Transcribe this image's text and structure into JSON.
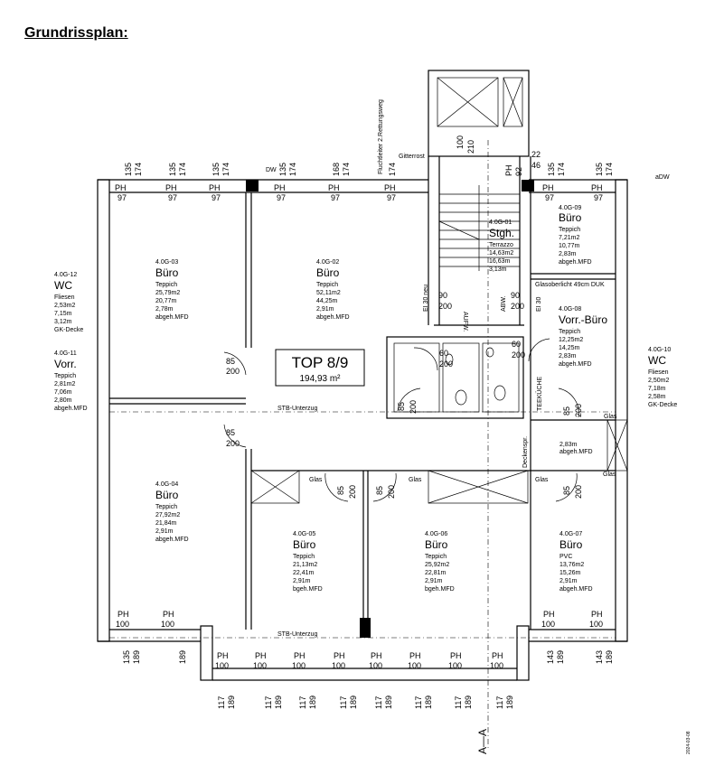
{
  "title": "Grundrissplan:",
  "top_unit": {
    "name": "TOP 8/9",
    "area": "194,93 m²"
  },
  "rooms": [
    {
      "id": "4.0G-03",
      "name": "Büro",
      "lines": [
        "Teppich",
        "25,79m2",
        "20,77m",
        "2,78m",
        "abgeh.MFD"
      ]
    },
    {
      "id": "4.0G-02",
      "name": "Büro",
      "lines": [
        "Teppich",
        "52,11m2",
        "44,25m",
        "2,91m",
        "abgeh.MFD"
      ]
    },
    {
      "id": "4.0G-01",
      "name": "Stgh.",
      "lines": [
        "Terrazzo",
        "14,63m2",
        "16,63m",
        "3,13m"
      ]
    },
    {
      "id": "4.0G-09",
      "name": "Büro",
      "lines": [
        "Teppich",
        "7,21m2",
        "10,77m",
        "2,83m",
        "abgeh.MFD"
      ]
    },
    {
      "id": "4.0G-08",
      "name": "Vorr.-Büro",
      "lines": [
        "Teppich",
        "12,25m2",
        "14,25m",
        "2,83m",
        "abgeh.MFD"
      ]
    },
    {
      "id": "4.0G-12",
      "name": "WC",
      "lines": [
        "Fliesen",
        "2,53m2",
        "7,15m",
        "3,12m",
        "GK-Decke"
      ]
    },
    {
      "id": "4.0G-11",
      "name": "Vorr.",
      "lines": [
        "Teppich",
        "2,81m2",
        "7,06m",
        "2,80m",
        "abgeh.MFD"
      ]
    },
    {
      "id": "4.0G-10",
      "name": "WC",
      "lines": [
        "Fliesen",
        "2,50m2",
        "7,18m",
        "2,58m",
        "GK-Decke"
      ]
    },
    {
      "id": "4.0G-04",
      "name": "Büro",
      "lines": [
        "Teppich",
        "27,92m2",
        "21,84m",
        "2,91m",
        "abgeh.MFD"
      ]
    },
    {
      "id": "4.0G-05",
      "name": "Büro",
      "lines": [
        "Teppich",
        "21,13m2",
        "22,41m",
        "2,91m",
        "bgeh.MFD"
      ]
    },
    {
      "id": "4.0G-06",
      "name": "Büro",
      "lines": [
        "Teppich",
        "25,92m2",
        "22,81m",
        "2,91m",
        "bgeh.MFD"
      ]
    },
    {
      "id": "4.0G-07",
      "name": "Büro",
      "lines": [
        "PVC",
        "13,76m2",
        "15,26m",
        "2,91m",
        "abgeh.MFD"
      ]
    }
  ],
  "annotations": {
    "stb_unterzug": "STB-Unterzug",
    "glasoberlicht": "Glasoberlicht 49cm DUK",
    "deckenspr": "Deckenspr.",
    "teekueche": "TEEKÜCHE",
    "aufw": "AUFW.",
    "abw": "ABW.",
    "ei30neu": "EI 30 neu",
    "ei30": "EI 30",
    "fluchtleiter": "Fluchtleiter 2.Rettungsweg",
    "gitterrost": "Gitterrost",
    "glas": "Glas",
    "dw": "DW",
    "adw": "aDW",
    "section": "A—A",
    "hallway_height": "2,83m",
    "hallway_ceiling": "abgeh.MFD",
    "date_stamp": "2024-03-08"
  },
  "dims": {
    "top_window": [
      "135",
      "174"
    ],
    "ph": "PH",
    "ph97": "97",
    "ph100": "100",
    "bottom_row": [
      "117",
      "189"
    ],
    "right_bottom": [
      "143",
      "189"
    ],
    "left_bottom": [
      "135",
      "189"
    ],
    "door_85": "85",
    "door_200": "200",
    "door_90": "90",
    "door_60": "60",
    "door_100": "100",
    "door_210": "210",
    "stair_22": "22",
    "stair_46": "46",
    "stair_92": "92",
    "top_168": "168"
  }
}
